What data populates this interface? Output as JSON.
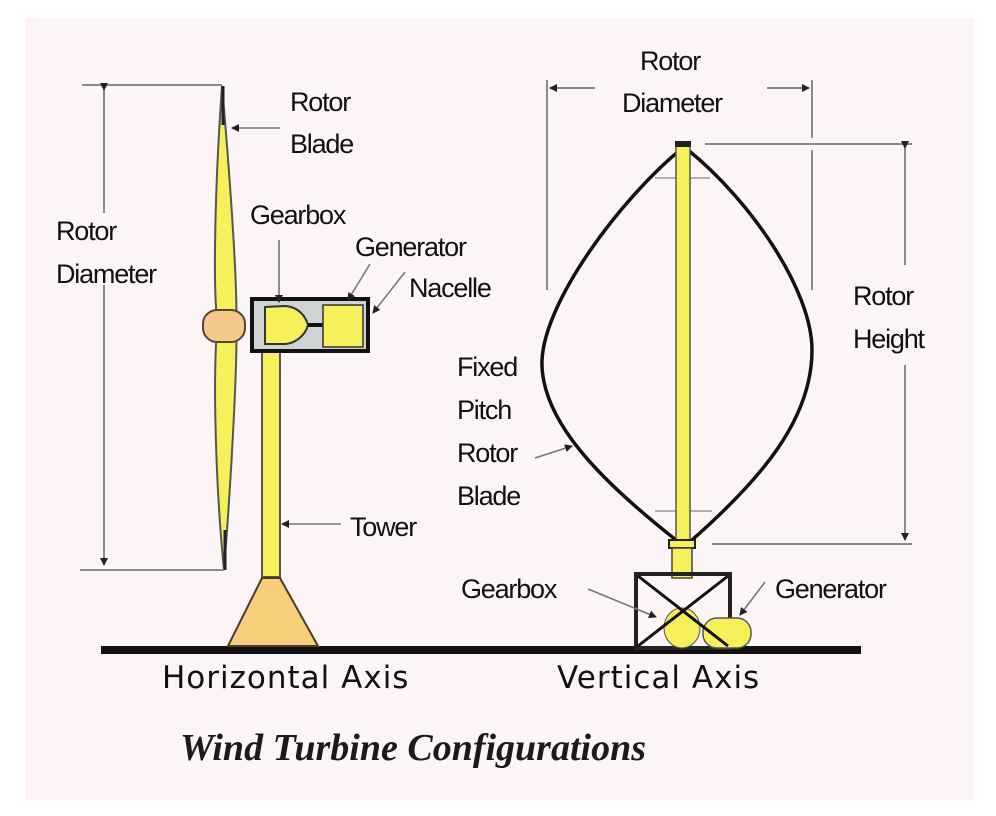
{
  "title": "Wind Turbine Configurations",
  "colors": {
    "background": "#fdf5f5",
    "page": "#ffffff",
    "component_yellow": "#f6f05a",
    "base_tan": "#f7cf7a",
    "hub_orange": "#f5c98a",
    "outline": "#111111",
    "dimension_line": "#8a8a8a",
    "nacelle_fill": "#cfd3d3"
  },
  "horizontal_axis": {
    "caption": "Horizontal Axis",
    "labels": {
      "rotor_blade": [
        "Rotor",
        "Blade"
      ],
      "rotor_diameter": [
        "Rotor",
        "Diameter"
      ],
      "gearbox": "Gearbox",
      "generator": "Generator",
      "nacelle": "Nacelle",
      "tower": "Tower"
    }
  },
  "vertical_axis": {
    "caption": "Vertical Axis",
    "labels": {
      "rotor_diameter": [
        "Rotor",
        "Diameter"
      ],
      "rotor_height": [
        "Rotor",
        "Height"
      ],
      "fixed_pitch_rotor_blade": [
        "Fixed",
        "Pitch",
        "Rotor",
        "Blade"
      ],
      "gearbox": "Gearbox",
      "generator": "Generator"
    }
  },
  "icons": {
    "horizontal_turbine": "horizontal-axis-wind-turbine-illustration",
    "vertical_turbine": "darrieus-vertical-axis-wind-turbine-illustration"
  }
}
